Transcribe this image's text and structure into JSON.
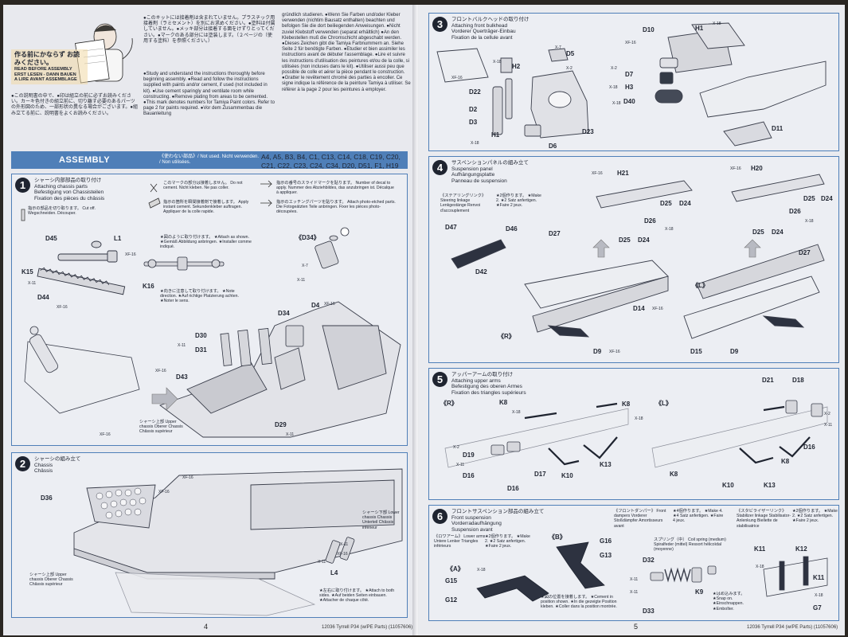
{
  "left_page": {
    "mascot_banner": {
      "jp": "作る前にかならず お読みください。",
      "lines": [
        "READ BEFORE ASSEMBLY",
        "ERST LESEN - DANN BAUEN",
        "A LIRE AVANT ASSEMBLAGE"
      ]
    },
    "intro_jp": "●この説明書の中で、●印は組立の前に必ずお読みください。カーキ色付きの組立前に、切り離す必要のあるパーツの外形図のため、一部形状の異なる場合がございます。●組み立てる前に、説明書をよくお読みください。",
    "intro_col2_jp": "●このキットには接着剤は含まれていません。プラスチック用接着剤（ラミセメント）を別にお求めください。●塗料は付属していません。●メッキ部分は接着する面をけずりとってください。●マークのある部分には塗装します。（２ページの（使用する塗料）を参照ください。）",
    "intro_en": "●Study and understand the instructions thoroughly before beginning assembly. ●Read and follow the instructions supplied with paints and/or cement, if used (not included in kit). ●Use cement sparingly and ventilate room while constructing. ●Remove plating from areas to be cemented. ●This mark denotes numbers for Tamiya Paint colors. Refer to page 2 for paints required. ●Vor dem Zusammenbau die Bauanleitung",
    "intro_col3": "gründlich studieren. ●Wenn Sie Farben und/oder Kleber verwenden (nichtim Bausatz enthalten) beachten und befolgen Sie die dort beiliegenden Anweisungen. ●Nicht zuviel Klebstoff verwenden (separat erhältlich) ●An den Klebestellen muß die Chromschicht abgeschabt werden. ●Dieses Zeichen gibt die Tamiya Farbnummern an. Siehe Seite 2 für benötigte Farben. ●Etudier et bien assimiler les instructions avant de débuter l'assemblage. ●Lire et suivre les instructions d'utilisation des peintures et/ou de la colle, si utilisées (non incluses dans le kit). ●Utiliser aussi peu que possible de colle et aérer la pièce pendant le construction. ●Gratter le revêtement chromé des parties à encoller. Ce signe indique la référence de la peinture Tamiya à utiliser. Se référer à la page 2 pour les peintures à employer.",
    "assembly_title": "ASSEMBLY",
    "unused_label": "《使わない部品》/ Not used. Nicht verwenden. / Non utilisées.",
    "unused_parts": "A4, A5, B3, B4, C1, C13, C14, C18, C19, C20, C21, C22, C23, C24, C34, D20, D51, F1, H19",
    "step1": {
      "num": "1",
      "title": [
        "シャーシ内部部品の取り付け",
        "Attaching chassis parts",
        "Befestigung von Chassisteilen",
        "Fixation des pièces du châssis"
      ],
      "legend_cut": "指示の部品を切り取ります。 Cut off. Wegschneiden. Découper.",
      "legend_nocement": "このマークの部分は接着しません。 Do not cement. Nicht kleben. Ne pas coller.",
      "legend_instant": "指示の箇所を瞬間接着剤で接着します。 Apply instant cement. Sekundenkleber auftragen. Appliquer de la colle rapide.",
      "legend_decal": "指示の番号のスライドマークを貼ります。 Number of decal to apply. Nummer des Abziehbildes, das anzubringen ist. Décalque à appliquer.",
      "legend_pe": "指示のエッチングパーツを貼ります。 Attach photo-etched parts. Die Fotogeätzten Teile anbringen. Fixer les pièces photo-découpées.",
      "attach_as_shown": "★図のように取り付けます。 ★Attach as shown. ★Gemäß Abbildung anbringen. ★Installer comme indiqué.",
      "note_direction": "★向きに注意して取り付けます。 ★Note direction. ★Auf richtige Platzierung achten. ★Noter le sens.",
      "chassis_upper": "シャーシ上部 Upper chassis Oberer Chassis Châssis supérieur",
      "labels": {
        "d45": "D45",
        "l1": "L1",
        "k15": "K15",
        "k16": "K16",
        "d44": "D44",
        "d34_circle": "《D34》",
        "d34": "D34",
        "d4": "D4",
        "d30": "D30",
        "d31": "D31",
        "d43": "D43",
        "d29": "D29"
      },
      "tags": {
        "xf16_a": "XF-16",
        "xf16_b": "XF-16",
        "xf16_c": "XF-16",
        "xf16_d": "XF-16",
        "xf16_e": "XF-16",
        "x11_a": "X-11",
        "x11_b": "X-11",
        "x11_c": "X-11",
        "x11_d": "X-11",
        "x7_a": "X-7"
      }
    },
    "step2": {
      "num": "2",
      "title": [
        "シャーシの組み立て",
        "Chassis",
        "Châssis"
      ],
      "lower_chassis": "シャーシ下部 Lower chassis Chassis Unterteil Châssis inférieur",
      "upper_chassis": "シャーシ上部 Upper chassis Oberer Chassis Châssis supérieur",
      "attach_both": "★左右に取り付けます。 ★Attach to both sides. ★Auf beiden Seiten einbauen. ★Attacher de chaque côté.",
      "labels": {
        "d36": "D36",
        "l4": "L4"
      },
      "tags": {
        "xf16_a": "XF-16",
        "xf16_b": "XF-16",
        "xf16_c": "XF-16",
        "x11_a": "X-11",
        "x11_b": "X-11"
      }
    },
    "page_number": "4",
    "footer": "12036 Tyrrell P34 (w/PE Parts) (11057606)"
  },
  "right_page": {
    "step3": {
      "num": "3",
      "title": [
        "フロントバルクヘッドの取り付け",
        "Attaching front bulkhead",
        "Vorderer Querträger-Einbau",
        "Fixation de la cellule avant"
      ],
      "labels": {
        "h2": "H2",
        "d5": "D5",
        "d22": "D22",
        "d2": "D2",
        "d3": "D3",
        "h1": "H1",
        "d6": "D6",
        "d23": "D23",
        "d10": "D10",
        "h1b": "H1",
        "d7": "D7",
        "h3": "H3",
        "d40": "D40",
        "d11": "D11"
      },
      "tags": {
        "x7_a": "X-7",
        "x2_a": "X-2",
        "x18_a": "X-18",
        "xf16_a": "XF-16",
        "x18_b": "X-18",
        "x18_c": "X-18",
        "xf16_b": "XF-16",
        "x18_d": "X-18",
        "x2_b": "X-2",
        "x18_e": "X-18"
      }
    },
    "step4": {
      "num": "4",
      "title": [
        "サスペンションパネルの組み立て",
        "Suspension panel",
        "Aufhängungsplatte",
        "Panneau de suspension"
      ],
      "steering": "《ステアリングリンク》 Steering linkage Lenkgestänge Renvoi d'accouplement",
      "make2": "★2個作ります。 ★Make 2. ★2 Satz anfertigen. ★Faire 2 jeux.",
      "side_r": "《R》",
      "side_l": "《L》",
      "labels": {
        "h21": "H21",
        "h20": "H20",
        "d25a": "D25",
        "d24a": "D24",
        "d26a": "D26",
        "d25b": "D25",
        "d24b": "D24",
        "d25c": "D25",
        "d24c": "D24",
        "d26b": "D26",
        "d25d": "D25",
        "d24d": "D24",
        "d47": "D47",
        "d46": "D46",
        "d27a": "D27",
        "d42": "D42",
        "d27b": "D27",
        "d14": "D14",
        "d9a": "D9",
        "d15": "D15",
        "d9b": "D9"
      },
      "tags": {
        "xf16_a": "XF-16",
        "xf16_b": "XF-16",
        "x18_a": "X-18",
        "x18_b": "X-18",
        "xf16_c": "XF-16",
        "xf16_d": "XF-16"
      }
    },
    "step5": {
      "num": "5",
      "title": [
        "アッパーアームの取り付け",
        "Attaching upper arms",
        "Befestigung des oberen Armes",
        "Fixation des triangles supérieurs"
      ],
      "side_r": "《R》",
      "side_l": "《L》",
      "labels": {
        "k8a": "K8",
        "k8b": "K8",
        "d21": "D21",
        "d18": "D18",
        "d19": "D19",
        "d16a": "D16",
        "d16b": "D16",
        "d17": "D17",
        "k10a": "K10",
        "k13a": "K13",
        "k8c": "K8",
        "k8d": "K8",
        "d16c": "D16",
        "k10b": "K10",
        "k13b": "K13"
      },
      "tags": {
        "x18_a": "X-18",
        "x18_b": "X-18",
        "x2_a": "X-2",
        "x11_a": "X-11",
        "x2_b": "X-2",
        "x11_b": "X-11"
      }
    },
    "step6": {
      "num": "6",
      "title": [
        "フロントサスペンション部品の組み立て",
        "Front suspension",
        "Vorderradaufhängung",
        "Suspension avant"
      ],
      "lower_arms": "《ロワアーム》 Lower arms Untere Lenker Triangles inférieurs",
      "lower_make2": "★2個作ります。 ★Make 2. ★2 Satz anfertigen. ★Faire 2 jeux.",
      "front_dampers": "《フロントダンパー》 Front dampers Vorderer Stoßdämpfer Amortisseurs avant",
      "damper_make4": "★4個作ります。 ★Make 4. ★4 Satz anfertigen. ★Faire 4 jeux.",
      "spring": "スプリング（中） Coil spring (medium) Spiralfeder (mittel) Ressort hélicoïdal (moyenne)",
      "stabilizer": "《スタビライザーリンク》 Stabilizer linkage Stabilisator-Anlenkung Biellette de stabilisatrice",
      "stab_make2": "★2個作ります。 ★Make 2. ★2 Satz anfertigen. ★Faire 2 jeux.",
      "cement_position": "★図の位置を接着します。 ★Cement in position shown. ★In die gezeigte Position kleben. ★Coller dans la position montrée.",
      "snap_on": "★はめ込みます。 ★Snap on. ★Einschnappen. ★Emboîter.",
      "sub_a": "《A》",
      "sub_b": "《B》",
      "labels": {
        "g16a": "G16",
        "g13": "G13",
        "g15": "G15",
        "g12": "G12",
        "d32": "D32",
        "d33": "D33",
        "k9": "K9",
        "k11a": "K11",
        "k12": "K12",
        "k11b": "K11",
        "g7": "G7"
      },
      "tags": {
        "x18_a": "X-18",
        "x11_a": "X-11",
        "x11_b": "X-11",
        "x18_b": "X-18",
        "x18_c": "X-18"
      }
    },
    "page_number": "5",
    "footer": "12036 Tyrrell P34 (w/PE Parts) (11057606)"
  }
}
